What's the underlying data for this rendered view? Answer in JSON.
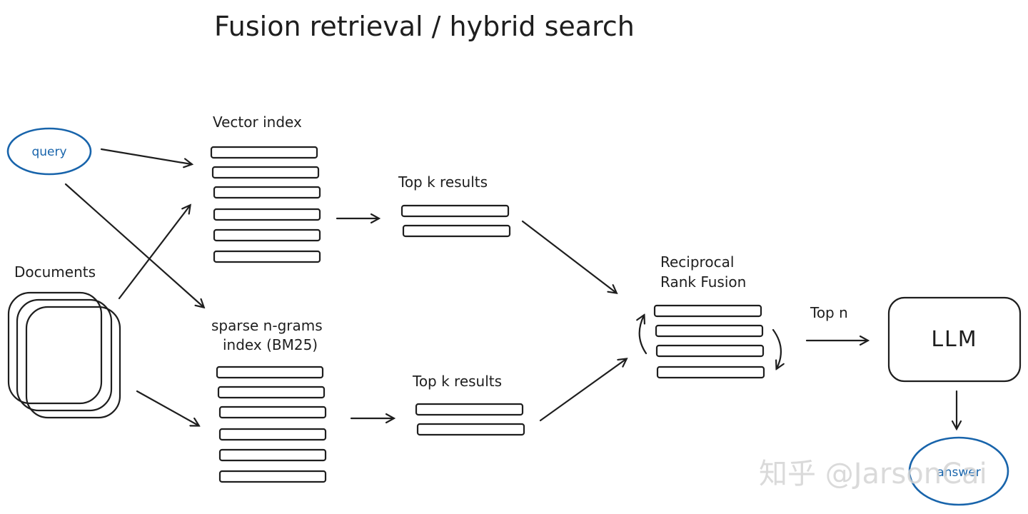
{
  "title": "Fusion retrieval / hybrid search",
  "nodes": {
    "query": "query",
    "documents": "Documents",
    "vector_index": "Vector index",
    "sparse_index_line1": "sparse n-grams",
    "sparse_index_line2": "index (BM25)",
    "top_k_upper": "Top k results",
    "top_k_lower": "Top k results",
    "rrf_line1": "Reciprocal",
    "rrf_line2": "Rank Fusion",
    "top_n": "Top n",
    "llm": "LLM",
    "answer": "answer"
  },
  "watermark": "知乎 @JarsonCai",
  "colors": {
    "ink": "#1e1e1e",
    "accent_blue": "#1864ab",
    "background": "#ffffff"
  }
}
